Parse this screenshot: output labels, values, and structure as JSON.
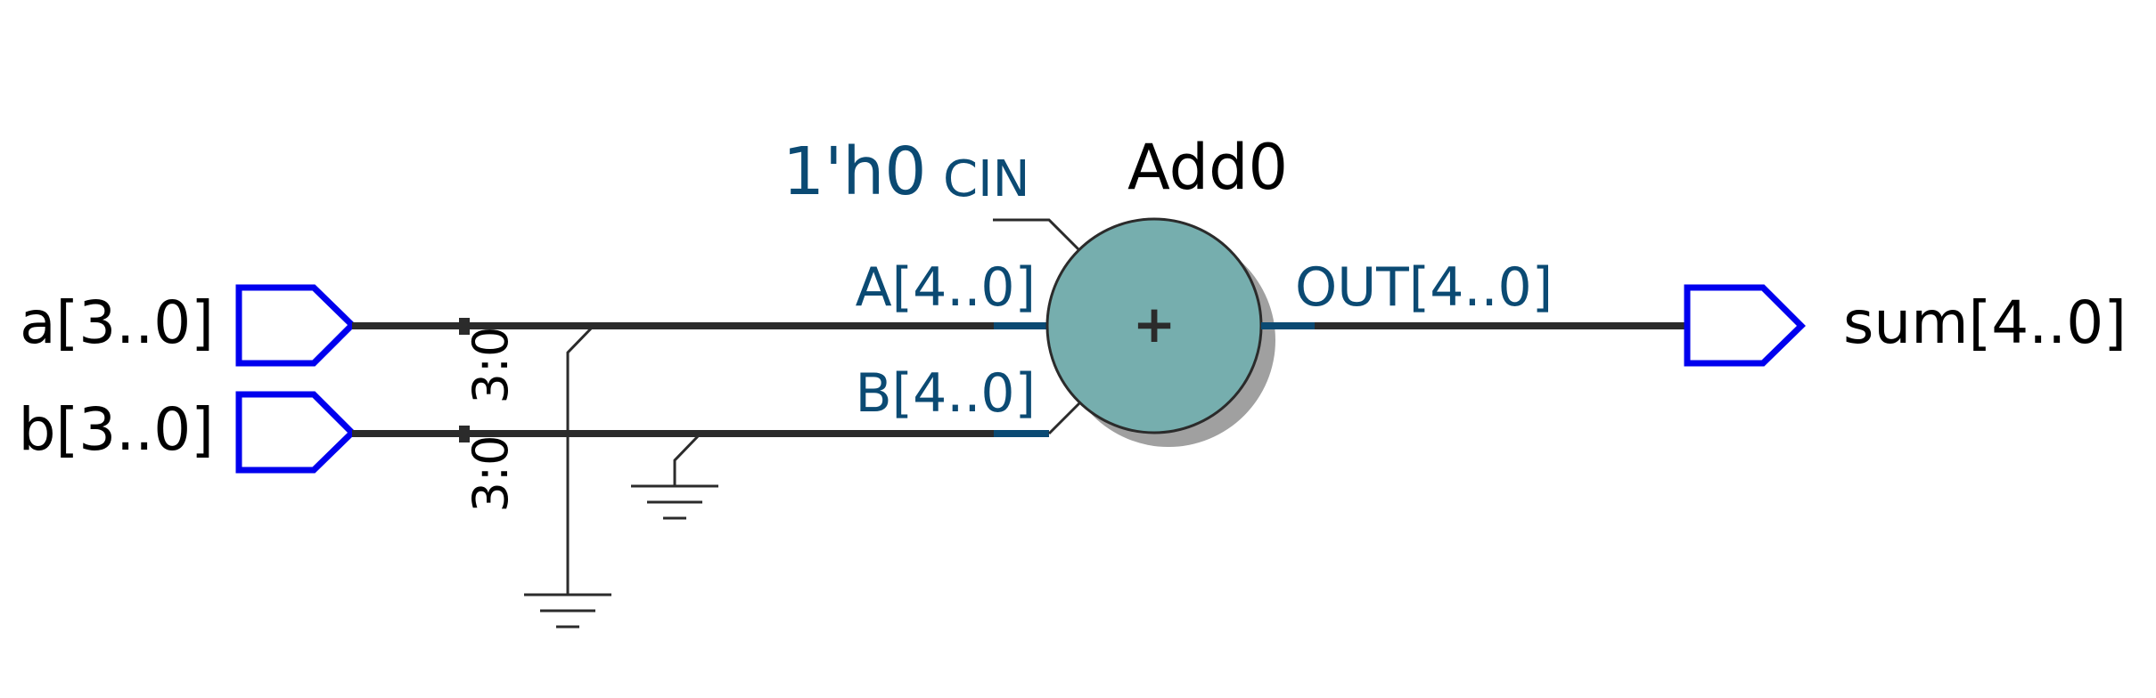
{
  "inputs": [
    {
      "label": "a[3..0]",
      "slice": "3:0"
    },
    {
      "label": "b[3..0]",
      "slice": "3:0"
    }
  ],
  "output": {
    "label": "sum[4..0]"
  },
  "adder": {
    "name": "Add0",
    "symbol": "+",
    "cin_const": "1'h0",
    "cin_port": "CIN",
    "port_a": "A[4..0]",
    "port_b": "B[4..0]",
    "port_out": "OUT[4..0]"
  },
  "colors": {
    "wire": "#2b2b2b",
    "port_label": "#0b4a73",
    "io_pin": "#0000ee",
    "adder_fill": "#76aeae",
    "adder_shadow": "#a0a0a0"
  }
}
